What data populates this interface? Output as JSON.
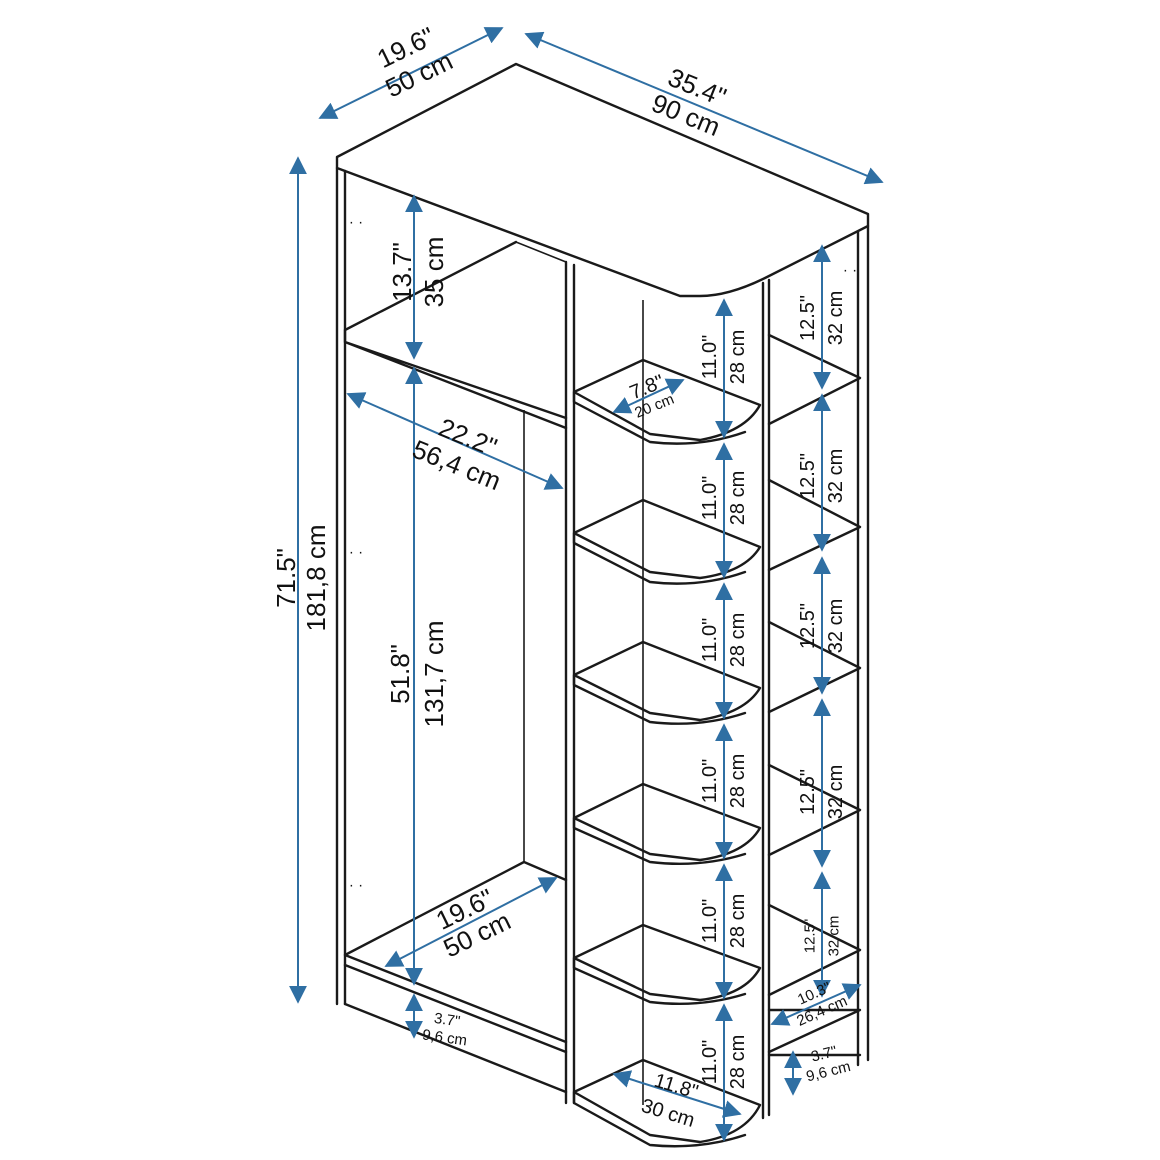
{
  "colors": {
    "outline": "#1a1a1a",
    "dimension": "#2f6fa3",
    "background": "#ffffff"
  },
  "dimensions": {
    "depth_top": {
      "inches": "19.6\"",
      "cm": "50 cm"
    },
    "width_top": {
      "inches": "35.4\"",
      "cm": "90 cm"
    },
    "total_height": {
      "inches": "71.5\"",
      "cm": "181,8 cm"
    },
    "top_shelf": {
      "inches": "13.7\"",
      "cm": "35 cm"
    },
    "hanging_width": {
      "inches": "22.2\"",
      "cm": "56,4 cm"
    },
    "hanging_height": {
      "inches": "51.8\"",
      "cm": "131,7 cm"
    },
    "bottom_depth": {
      "inches": "19.6\"",
      "cm": "50 cm"
    },
    "plinth_left": {
      "inches": "3.7\"",
      "cm": "9,6 cm"
    },
    "corner_shelf": {
      "inches": "7.8\"",
      "cm": "20 cm"
    },
    "middle_shelf": {
      "inches": "11.0\"",
      "cm": "28 cm"
    },
    "bottom_middle": {
      "inches": "11.8\"",
      "cm": "30 cm"
    },
    "right_shelf": {
      "inches": "12.5\"",
      "cm": "32 cm"
    },
    "right_bottom": {
      "inches": "10.3\"",
      "cm": "26,4 cm"
    },
    "plinth_right": {
      "inches": "3.7\"",
      "cm": "9,6 cm"
    }
  }
}
